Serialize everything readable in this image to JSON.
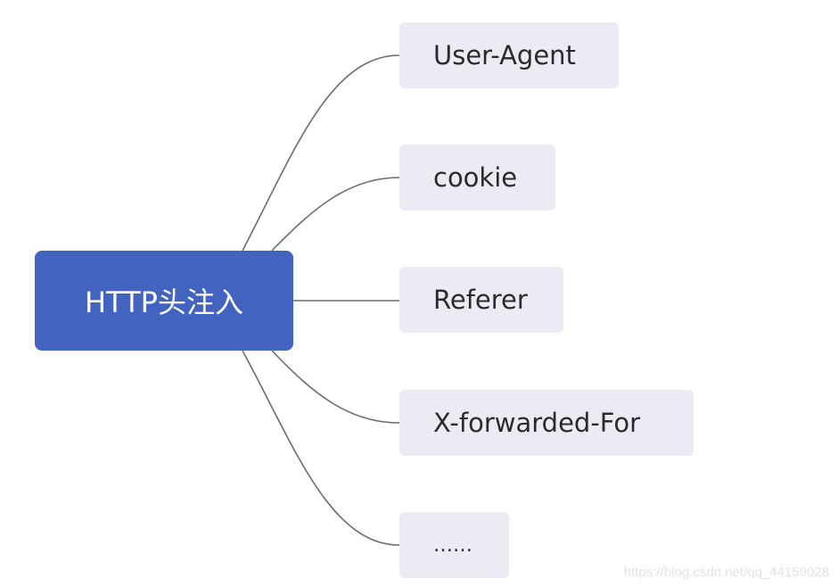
{
  "root": {
    "label": "HTTP头注入",
    "color": "#4263bf"
  },
  "children": [
    {
      "label": "User-Agent"
    },
    {
      "label": "cookie"
    },
    {
      "label": "Referer"
    },
    {
      "label": "X-forwarded-For"
    },
    {
      "label": "……"
    }
  ],
  "watermark": "https://blog.csdn.net/qq_44159028"
}
